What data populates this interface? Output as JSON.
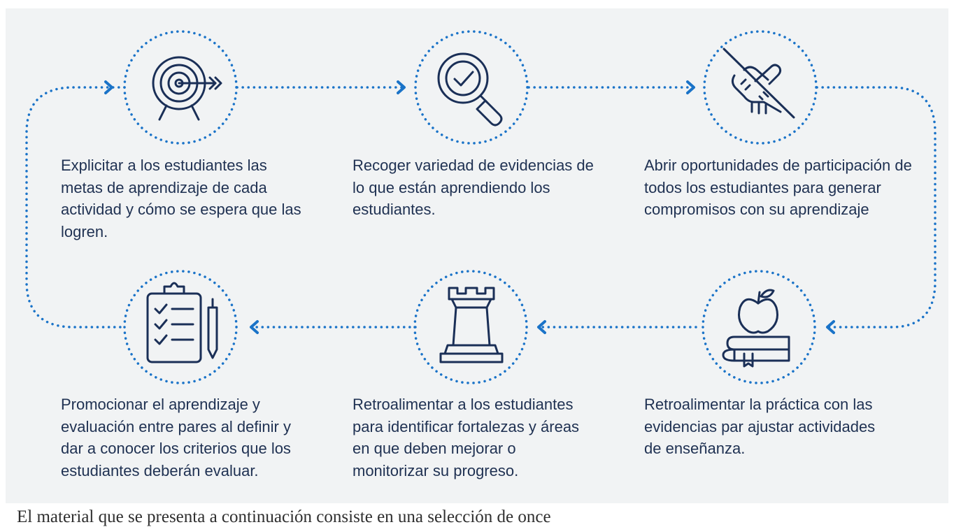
{
  "colors": {
    "panel_background": "#f1f3f4",
    "dotted_line": "#1a73c8",
    "icon_stroke": "#1a2f57",
    "text": "#1f3152"
  },
  "steps": [
    {
      "icon": "target-arrow-icon",
      "text": "Explicitar a los estudiantes las metas de aprendizaje de cada actividad y cómo se espera que las logren."
    },
    {
      "icon": "magnifier-check-icon",
      "text": "Recoger variedad de evidencias de lo que están aprendiendo los estudiantes."
    },
    {
      "icon": "helping-hand-icon",
      "text": "Abrir oportunidades de participación de todos los estudiantes para generar compromisos con su aprendizaje"
    },
    {
      "icon": "apple-book-icon",
      "text": "Retroalimentar la práctica con las evidencias par ajustar actividades de enseñanza."
    },
    {
      "icon": "chess-rook-icon",
      "text": "Retroalimentar a los estudiantes para identificar fortalezas y áreas en que deben mejorar o monitorizar su progreso."
    },
    {
      "icon": "clipboard-checklist-icon",
      "text": "Promocionar el aprendizaje y evaluación entre pares al definir y dar a conocer los criterios que los estudiantes deberán evaluar."
    }
  ],
  "footer": {
    "text": "El material que se presenta a continuación consiste en una selección de once"
  }
}
